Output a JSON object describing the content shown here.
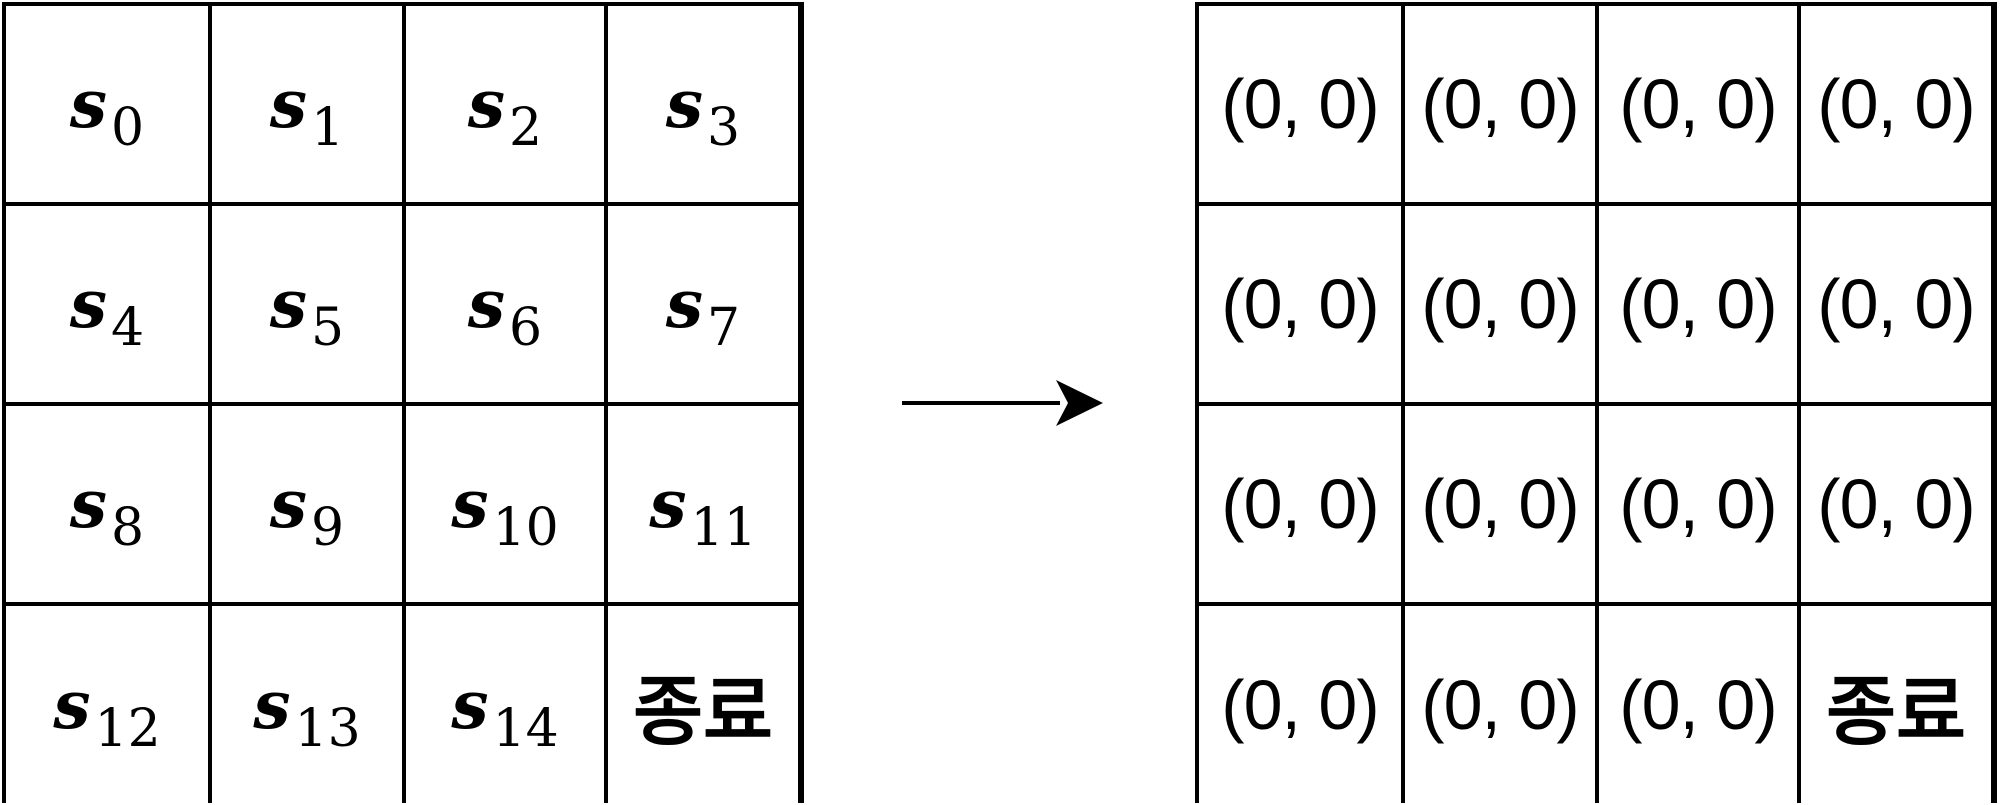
{
  "left_grid": {
    "cells": [
      {
        "symbol": "s",
        "sub": "0"
      },
      {
        "symbol": "s",
        "sub": "1"
      },
      {
        "symbol": "s",
        "sub": "2"
      },
      {
        "symbol": "s",
        "sub": "3"
      },
      {
        "symbol": "s",
        "sub": "4"
      },
      {
        "symbol": "s",
        "sub": "5"
      },
      {
        "symbol": "s",
        "sub": "6"
      },
      {
        "symbol": "s",
        "sub": "7"
      },
      {
        "symbol": "s",
        "sub": "8"
      },
      {
        "symbol": "s",
        "sub": "9"
      },
      {
        "symbol": "s",
        "sub": "10"
      },
      {
        "symbol": "s",
        "sub": "11"
      },
      {
        "symbol": "s",
        "sub": "12"
      },
      {
        "symbol": "s",
        "sub": "13"
      },
      {
        "symbol": "s",
        "sub": "14"
      },
      {
        "terminal": "종료"
      }
    ]
  },
  "right_grid": {
    "cells": [
      "(0, 0)",
      "(0, 0)",
      "(0, 0)",
      "(0, 0)",
      "(0, 0)",
      "(0, 0)",
      "(0, 0)",
      "(0, 0)",
      "(0, 0)",
      "(0, 0)",
      "(0, 0)",
      "(0, 0)",
      "(0, 0)",
      "(0, 0)",
      "(0, 0)",
      "종료"
    ],
    "terminal_label": "종료"
  },
  "arrow": {
    "icon": "right-arrow-icon",
    "color": "#000000"
  }
}
